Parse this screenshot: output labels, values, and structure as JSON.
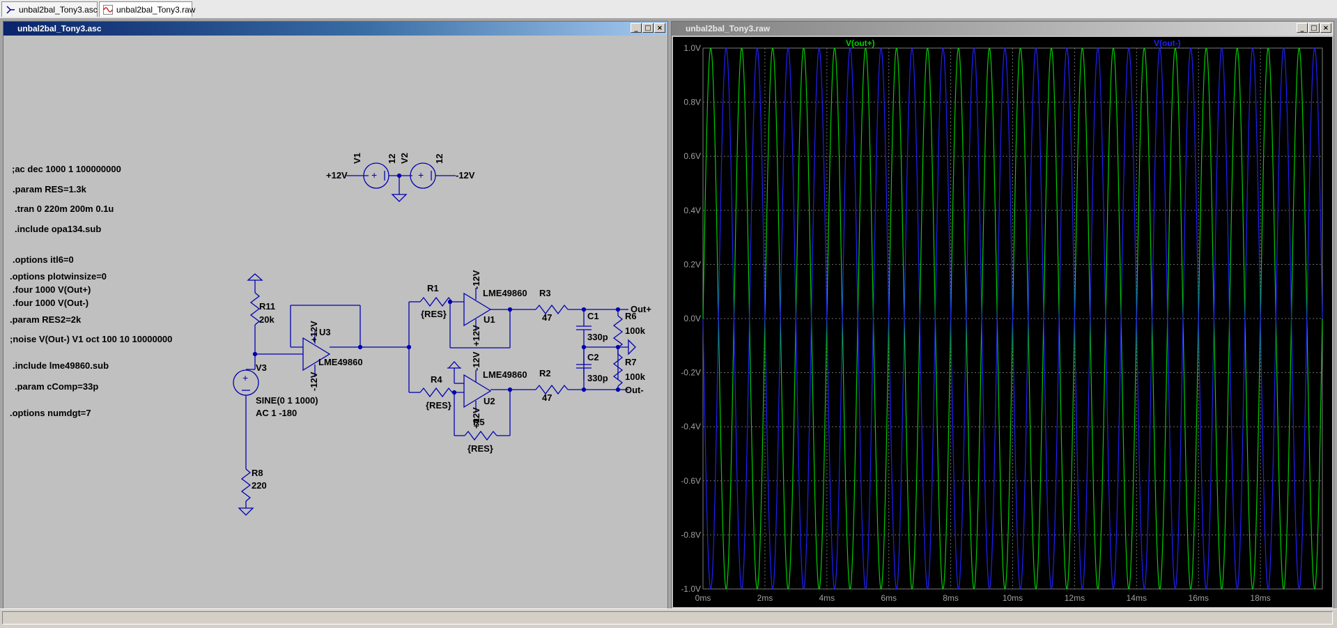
{
  "tabs": [
    {
      "label": "unbal2bal_Tony3.asc",
      "icon": "schematic-icon"
    },
    {
      "label": "unbal2bal_Tony3.raw",
      "icon": "waveform-icon"
    }
  ],
  "schematic_window": {
    "title": "unbal2bal_Tony3.asc",
    "directives": [
      ";ac dec 1000 1 100000000",
      ".param RES=1.3k",
      ".tran 0 220m 200m 0.1u",
      ".include opa134.sub",
      ".options itl6=0",
      ".options plotwinsize=0",
      ".four 1000 V(Out+)",
      ".four 1000 V(Out-)",
      ".param RES2=2k",
      ";noise V(Out-) V1 oct 100 10 10000000",
      ".include lme49860.sub",
      ".param cComp=33p",
      ".options numdgt=7"
    ],
    "components": {
      "V1": "V1",
      "V1_val": "12",
      "V2": "V2",
      "V2_val": "12",
      "plus12": "+12V",
      "minus12": "-12V",
      "R11": "R11",
      "R11_val": "20k",
      "V3": "V3",
      "V3_val1": "SINE(0 1 1000)",
      "V3_val2": "AC 1 -180",
      "R8": "R8",
      "R8_val": "220",
      "U3": "U3",
      "U3_model": "LME49860",
      "U1": "U1",
      "U1_model": "LME49860",
      "U2": "U2",
      "U2_model": "LME49860",
      "R1": "R1",
      "R1_val": "{RES}",
      "R4": "R4",
      "R4_val": "{RES}",
      "R5": "R5",
      "R5_val": "{RES}",
      "R3": "R3",
      "R3_val": "47",
      "R2": "R2",
      "R2_val": "47",
      "C1": "C1",
      "C1_val": "330p",
      "C2": "C2",
      "C2_val": "330p",
      "R6": "R6",
      "R6_val": "100k",
      "R7": "R7",
      "R7_val": "100k",
      "out_plus": "Out+",
      "out_minus": "Out-",
      "pos12": "+12V",
      "neg12": "-12V"
    }
  },
  "waveform_window": {
    "title": "unbal2bal_Tony3.raw"
  },
  "chart_data": {
    "type": "line",
    "title": "",
    "xlabel": "",
    "ylabel": "",
    "xlim": [
      0,
      20
    ],
    "ylim": [
      -1.0,
      1.0
    ],
    "x_unit": "ms",
    "x_ticks": [
      "0ms",
      "2ms",
      "4ms",
      "6ms",
      "8ms",
      "10ms",
      "12ms",
      "14ms",
      "16ms",
      "18ms"
    ],
    "y_ticks": [
      "1.0V",
      "0.8V",
      "0.6V",
      "0.4V",
      "0.2V",
      "0.0V",
      "-0.2V",
      "-0.4V",
      "-0.6V",
      "-0.8V",
      "-1.0V"
    ],
    "grid": true,
    "series": [
      {
        "name": "V(out+)",
        "color": "#00d000",
        "function": "sine",
        "amplitude": 1.0,
        "frequency_khz": 1.0,
        "phase_deg": 0
      },
      {
        "name": "V(out-)",
        "color": "#2020ff",
        "function": "sine",
        "amplitude": 1.0,
        "frequency_khz": 1.0,
        "phase_deg": 180
      }
    ]
  }
}
